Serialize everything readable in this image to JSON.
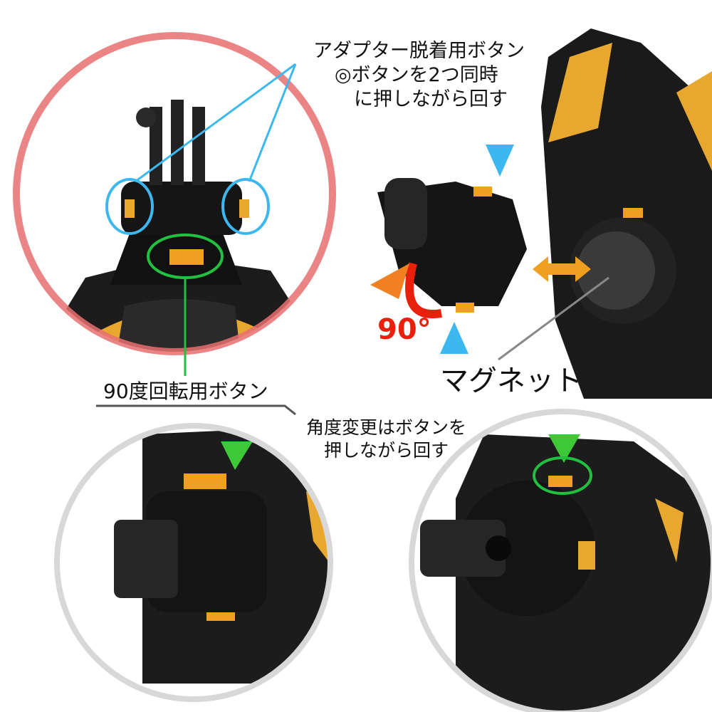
{
  "callouts": {
    "adapter_button_line1": "アダプター脱着用ボタン",
    "adapter_button_line2": "◎ボタンを2つ同時",
    "adapter_button_line3": "に押しながら回す",
    "rotation_angle": "90°",
    "magnet": "マグネット",
    "rotate_button": "90度回転用ボタン",
    "angle_change_line1": "角度変更はボタンを",
    "angle_change_line2": "押しながら回す"
  },
  "colors": {
    "accent_orange": "#f0a020",
    "ring_red": "#e87070",
    "ring_gray": "#d8d8d8",
    "highlight_blue": "#3cb8f0",
    "highlight_green": "#22c040",
    "arrow_red": "#e8200c"
  }
}
